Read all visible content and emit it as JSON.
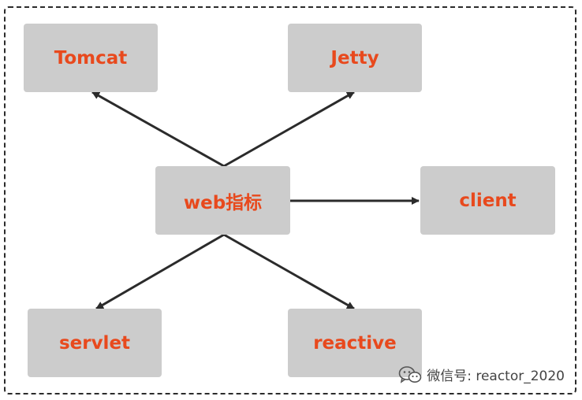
{
  "nodes": {
    "center": "web指标",
    "tomcat": "Tomcat",
    "jetty": "Jetty",
    "client": "client",
    "servlet": "servlet",
    "reactive": "reactive"
  },
  "watermark": {
    "text": "微信号: reactor_2020",
    "icon": "wechat-icon"
  },
  "colors": {
    "node_fill": "#cccccc",
    "node_text": "#e8491d",
    "arrow": "#2b2b2b",
    "frame": "#2b2b2b"
  }
}
